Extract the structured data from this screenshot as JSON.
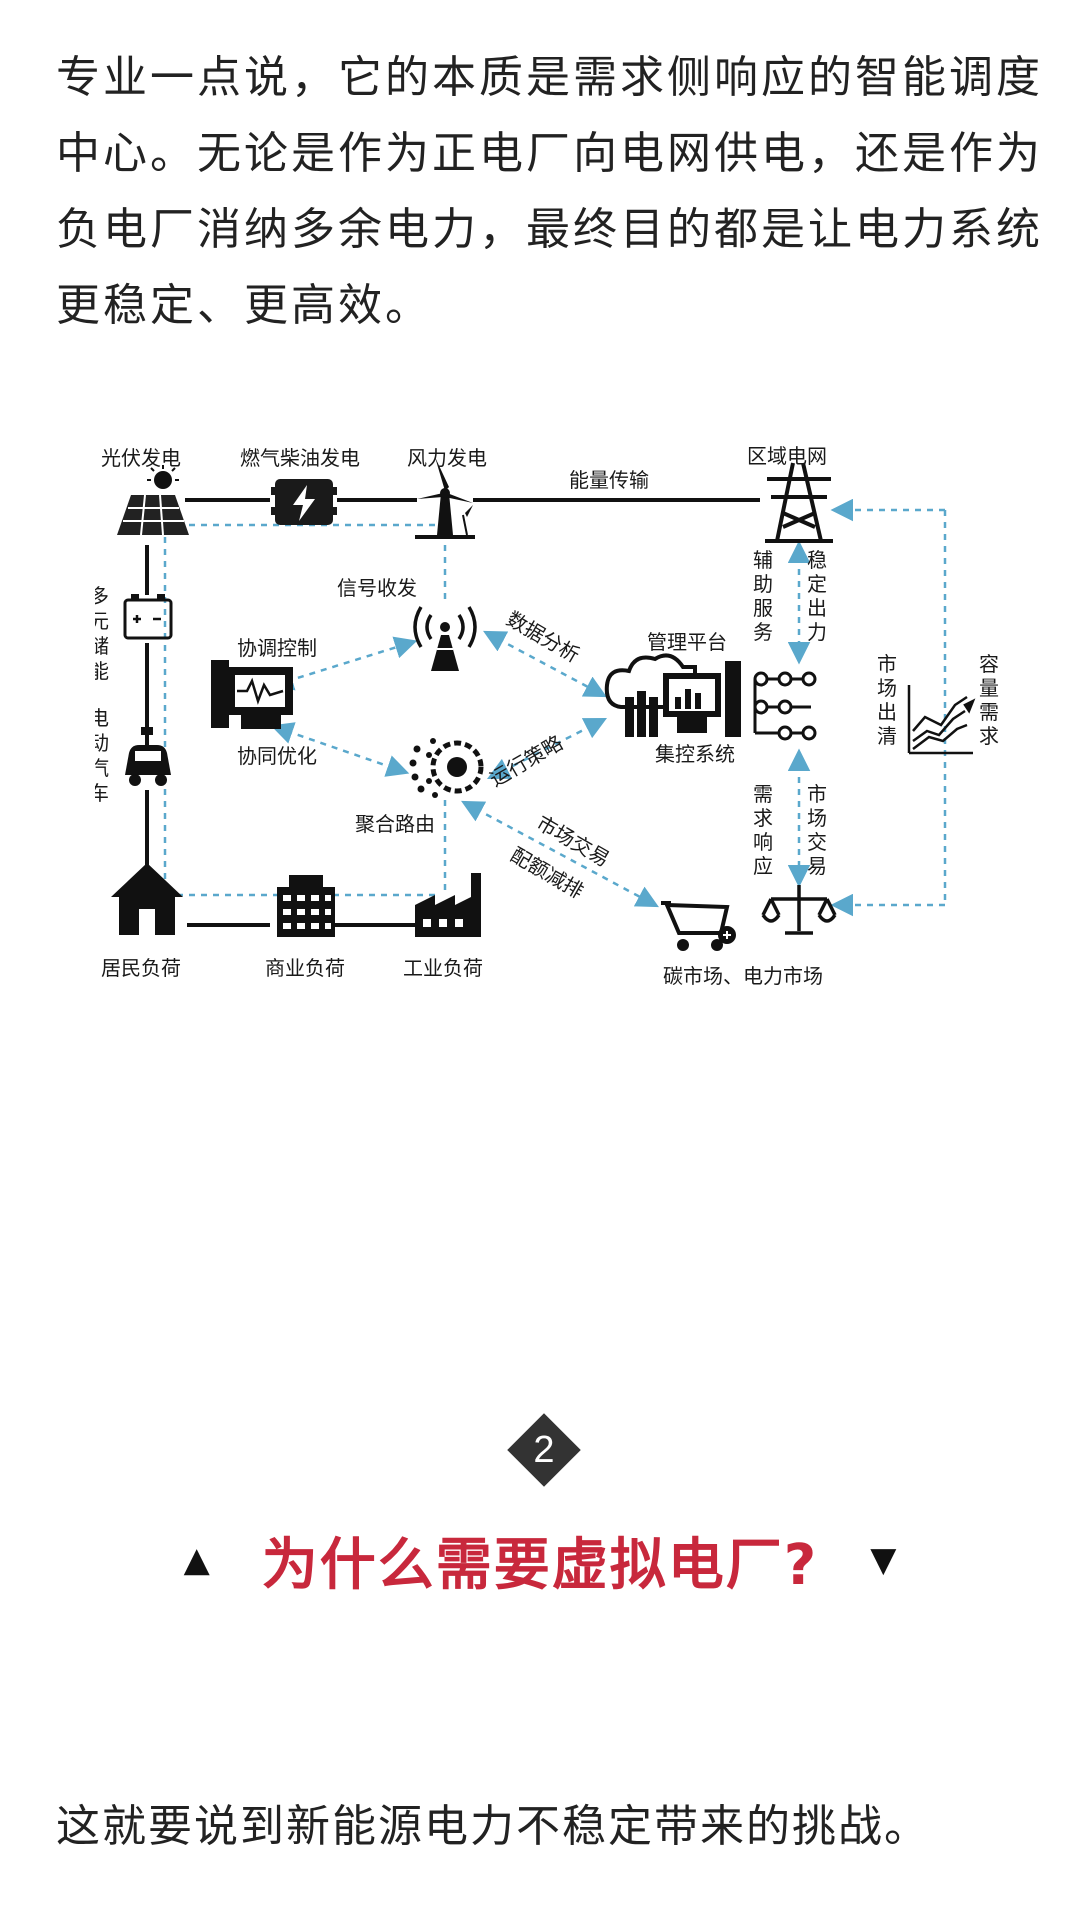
{
  "intro": {
    "lines": [
      "专业一点说，它的本质是需求侧响应的智能调度",
      "中心。无论是作为正电厂向电网供电，还是作为",
      "负电厂消纳多余电力，最终目的都是让电力系统",
      "更稳定、更高效。"
    ]
  },
  "diagram": {
    "labels": {
      "solar": "光伏发电",
      "gas": "燃气柴油发电",
      "wind": "风力发电",
      "transmission": "能量传输",
      "grid": "区域电网",
      "signal": "信号收发",
      "storage": [
        "多",
        "元",
        "储",
        "能"
      ],
      "ev": [
        "电",
        "动",
        "汽",
        "车"
      ],
      "coordination": "协调控制",
      "optimization": "协同优化",
      "router": "聚合路由",
      "data_analysis": "数据分析",
      "dispatch": "运行策略",
      "mgmt": "管理平台",
      "central": "集控系统",
      "aux": [
        "辅",
        "助",
        "服",
        "务"
      ],
      "stable": [
        "稳",
        "定",
        "出",
        "力"
      ],
      "clearing": [
        "市",
        "场",
        "出",
        "清"
      ],
      "capacity": [
        "容",
        "量",
        "需",
        "求"
      ],
      "demand": [
        "需",
        "求",
        "响",
        "应"
      ],
      "market_trade": [
        "市",
        "场",
        "交",
        "易"
      ],
      "market_trading": "市场交易",
      "quota": "配额减排",
      "resident": "居民负荷",
      "commercial": "商业负荷",
      "industrial": "工业负荷",
      "carbon": "碳市场、电力市场"
    },
    "colors": {
      "dashed": "#5aa8cc",
      "line": "#111111"
    }
  },
  "section": {
    "number": "2",
    "title": "为什么需要虚拟电厂?",
    "left_icon": "▲",
    "right_icon": "▼"
  },
  "outro": "这就要说到新能源电力不稳定带来的挑战。",
  "colors": {
    "accent": "#c8283c",
    "text": "#222222"
  }
}
